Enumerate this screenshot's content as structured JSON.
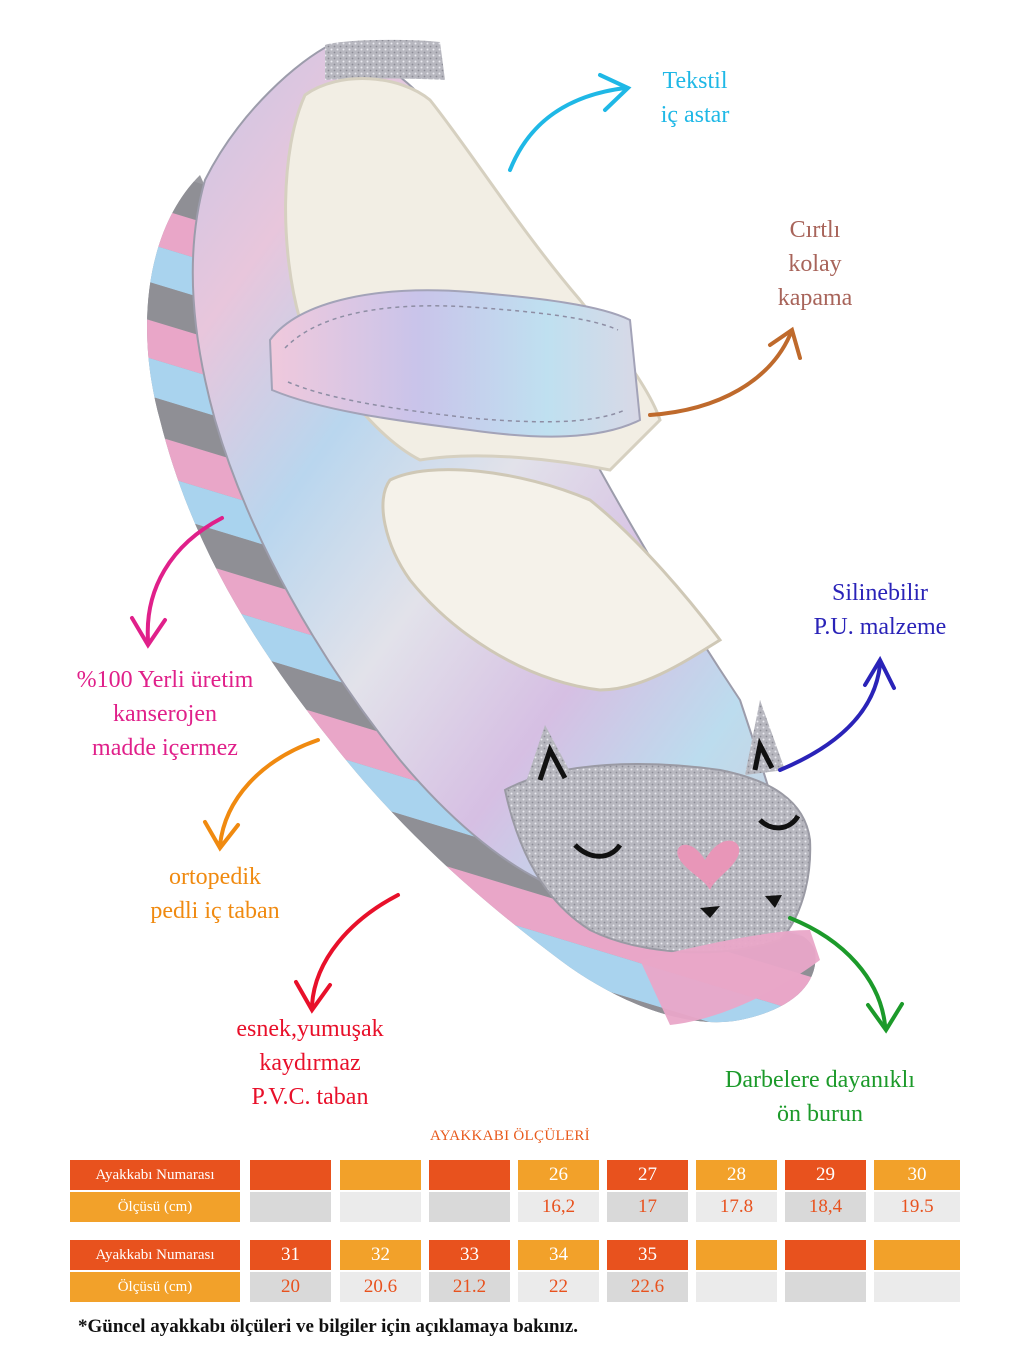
{
  "callouts": [
    {
      "name": "callout-textile-lining",
      "lines": [
        "Tekstil",
        "iç astar"
      ],
      "color": "#1fb8e6"
    },
    {
      "name": "callout-velcro-closure",
      "lines": [
        "Cırtlı",
        "kolay",
        "kapama"
      ],
      "color": "#a8645a"
    },
    {
      "name": "callout-wipeable-pu",
      "lines": [
        "Silinebilir",
        "P.U. malzeme"
      ],
      "color": "#2a23b8"
    },
    {
      "name": "callout-local-production",
      "lines": [
        "%100 Yerli üretim",
        "kanserojen",
        "madde içermez"
      ],
      "color": "#e0208a"
    },
    {
      "name": "callout-orthopedic-insole",
      "lines": [
        "ortopedik",
        "pedli iç taban"
      ],
      "color": "#f08a10"
    },
    {
      "name": "callout-sole",
      "lines": [
        "esnek,yumuşak",
        "kaydırmaz",
        "P.V.C. taban"
      ],
      "color": "#e8102a"
    },
    {
      "name": "callout-toe-cap",
      "lines": [
        "Darbelere dayanıklı",
        "ön burun"
      ],
      "color": "#1c9a2a"
    }
  ],
  "size_table": {
    "title": "AYAKKABI ÖLÇÜLERİ",
    "size_label": "Ayakkabı Numarası",
    "measure_label": "Ölçüsü (cm)",
    "blocks": [
      {
        "sizes": [
          "",
          "",
          "",
          "26",
          "27",
          "28",
          "29",
          "30"
        ],
        "measures": [
          "",
          "",
          "",
          "16,2",
          "17",
          "17.8",
          "18,4",
          "19.5"
        ]
      },
      {
        "sizes": [
          "31",
          "32",
          "33",
          "34",
          "35",
          "",
          "",
          ""
        ],
        "measures": [
          "20",
          "20.6",
          "21.2",
          "22",
          "22.6",
          "",
          "",
          ""
        ]
      }
    ]
  },
  "footnote": "*Güncel ayakkabı ölçüleri ve bilgiler için açıklamaya bakınız.",
  "colors": {
    "header_red": "#e8521e",
    "header_orange": "#f2a12a",
    "cell_grey": "#d9d9d9",
    "cell_light": "#ebebeb",
    "sole_pink": "#e9a6c8",
    "sole_blue": "#a9d3ee",
    "sole_grey": "#8f8f95"
  }
}
